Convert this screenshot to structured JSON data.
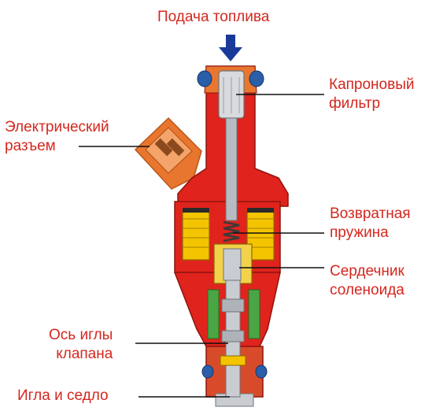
{
  "labels": {
    "fuel_supply": "Подача топлива",
    "filter_line1": "Капроновый",
    "filter_line2": "фильтр",
    "connector_line1": "Электрический",
    "connector_line2": "разъем",
    "spring_line1": "Возвратная",
    "spring_line2": "пружина",
    "core_line1": "Сердечник",
    "core_line2": "соленоида",
    "axis_line1": "Ось иглы",
    "axis_line2": "клапана",
    "needle_seat": "Игла и седло"
  },
  "colors": {
    "label_text": "#d4271f",
    "body_red": "#e0231c",
    "body_orange": "#e9762e",
    "arrow_blue": "#1a3a99",
    "coil_yellow": "#f4c400",
    "seal_blue": "#2b5ea8",
    "steel": "#b8bcc2",
    "green": "#4aa544"
  }
}
